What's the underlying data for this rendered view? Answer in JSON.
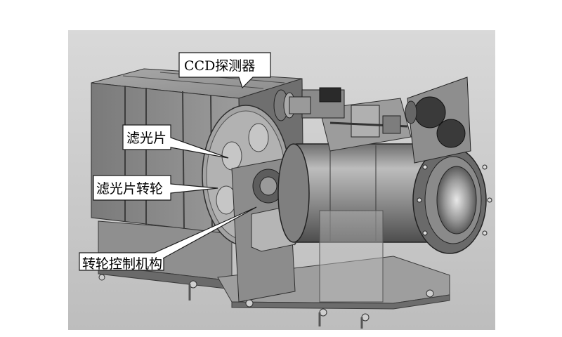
{
  "figure": {
    "callouts": {
      "ccd_detector": "CCD探测器",
      "filter": "滤光片",
      "filter_wheel": "滤光片转轮",
      "wheel_control": "转轮控制机构"
    }
  }
}
